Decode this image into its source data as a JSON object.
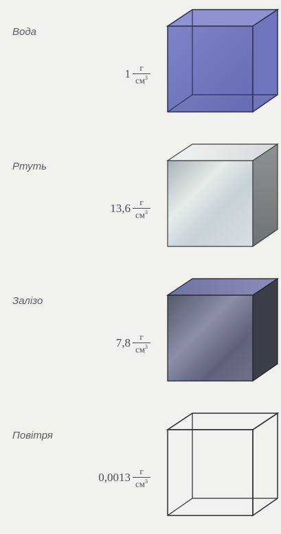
{
  "substances": [
    {
      "name": "Вода",
      "number": "1",
      "unit_top": "г",
      "unit_bottom": "см",
      "unit_exp": "3",
      "style": "transparent-blue"
    },
    {
      "name": "Ртуть",
      "number": "13,6",
      "unit_top": "г",
      "unit_bottom": "см",
      "unit_exp": "3",
      "style": "metallic-silver"
    },
    {
      "name": "Залізо",
      "number": "7,8",
      "unit_top": "г",
      "unit_bottom": "см",
      "unit_exp": "3",
      "style": "dark-metal"
    },
    {
      "name": "Повітря",
      "number": "0,0013",
      "unit_top": "г",
      "unit_bottom": "см",
      "unit_exp": "3",
      "style": "wireframe"
    }
  ]
}
